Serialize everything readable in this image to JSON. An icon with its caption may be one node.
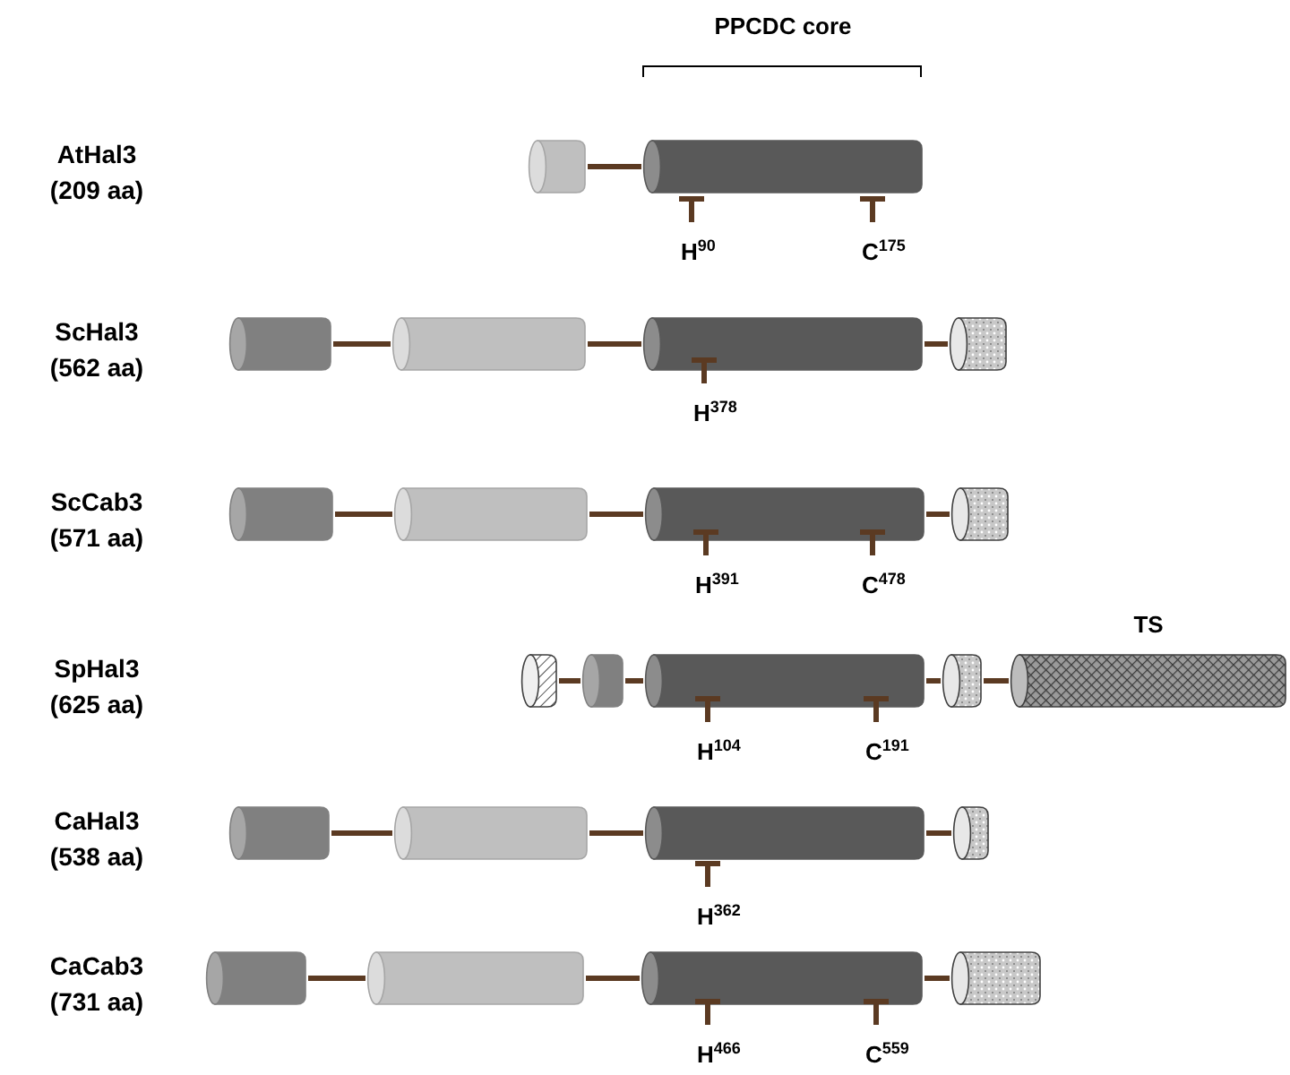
{
  "diagram": {
    "nodes": [
      {
        "text": [],
        "shape": "cylinder"
      },
      {
        "text": [],
        "shape": "cylinder"
      },
      {
        "text": [],
        "shape": "cylinder"
      },
      {
        "text": [],
        "shape": "cylinder"
      },
      {
        "text": [],
        "shape": "cylinder"
      },
      {
        "text": [],
        "shape": "cylinder"
      },
      {
        "text": [],
        "shape": "cylinder"
      },
      {
        "text": [],
        "shape": "cylinder"
      },
      {
        "text": [],
        "shape": "cylinder"
      },
      {
        "text": [],
        "shape": "cylinder"
      },
      {
        "text": [],
        "shape": "cylinder"
      },
      {
        "text": [],
        "shape": "cylinder"
      },
      {
        "text": [],
        "shape": "cylinder"
      },
      {
        "text": [],
        "shape": "cylinder"
      },
      {
        "text": [
          "TS"
        ]
      },
      {
        "text": [],
        "shape": "cylinder"
      },
      {
        "text": [],
        "shape": "cylinder"
      },
      {
        "text": [],
        "shape": "cylinder"
      },
      {
        "text": [],
        "shape": "cylinder"
      },
      {
        "text": [],
        "shape": "cylinder"
      },
      {
        "text": [],
        "shape": "cylinder"
      },
      {
        "text": [],
        "shape": "cylinder"
      },
      {
        "text": [],
        "shape": "cylinder"
      }
    ],
    "edges": [
      {
        "from": 0,
        "to": 1,
        "arrow": "none"
      },
      {
        "from": 2,
        "to": 3,
        "arrow": "none"
      },
      {
        "from": 3,
        "to": 4,
        "arrow": "none"
      },
      {
        "from": 4,
        "to": 5,
        "arrow": "none"
      },
      {
        "from": 6,
        "to": 7,
        "arrow": "none"
      },
      {
        "from": 7,
        "to": 8,
        "arrow": "none"
      },
      {
        "from": 8,
        "to": 9,
        "arrow": "none"
      },
      {
        "from": 10,
        "to": 11,
        "arrow": "none"
      },
      {
        "from": 11,
        "to": 12,
        "arrow": "none"
      },
      {
        "from": 12,
        "to": 13,
        "arrow": "none"
      },
      {
        "from": 13,
        "to": 14,
        "arrow": "none"
      },
      {
        "from": 15,
        "to": 16,
        "arrow": "none"
      },
      {
        "from": 16,
        "to": 17,
        "arrow": "none"
      },
      {
        "from": 17,
        "to": 18,
        "arrow": "none"
      },
      {
        "from": 19,
        "to": 20,
        "arrow": "none"
      },
      {
        "from": 20,
        "to": 21,
        "arrow": "none"
      },
      {
        "from": 21,
        "to": 22,
        "arrow": "none"
      }
    ],
    "labels": [
      "PPCDC core",
      "AtHal3 (209 aa)",
      "H$^{90}$",
      "C$^{175}$",
      "ScHal3 (562 aa)",
      "H$^{378}$",
      "ScCab3 (571 aa)",
      "H$^{391}$",
      "C$^{478}$",
      "SpHal3 (625 aa)",
      "H$^{104}$",
      "C$^{191}$",
      "CaHal3 (538 aa)",
      "H$^{362}$",
      "CaCab3 (731 aa)",
      "H$^{466}$",
      "C$^{559}$"
    ]
  }
}
